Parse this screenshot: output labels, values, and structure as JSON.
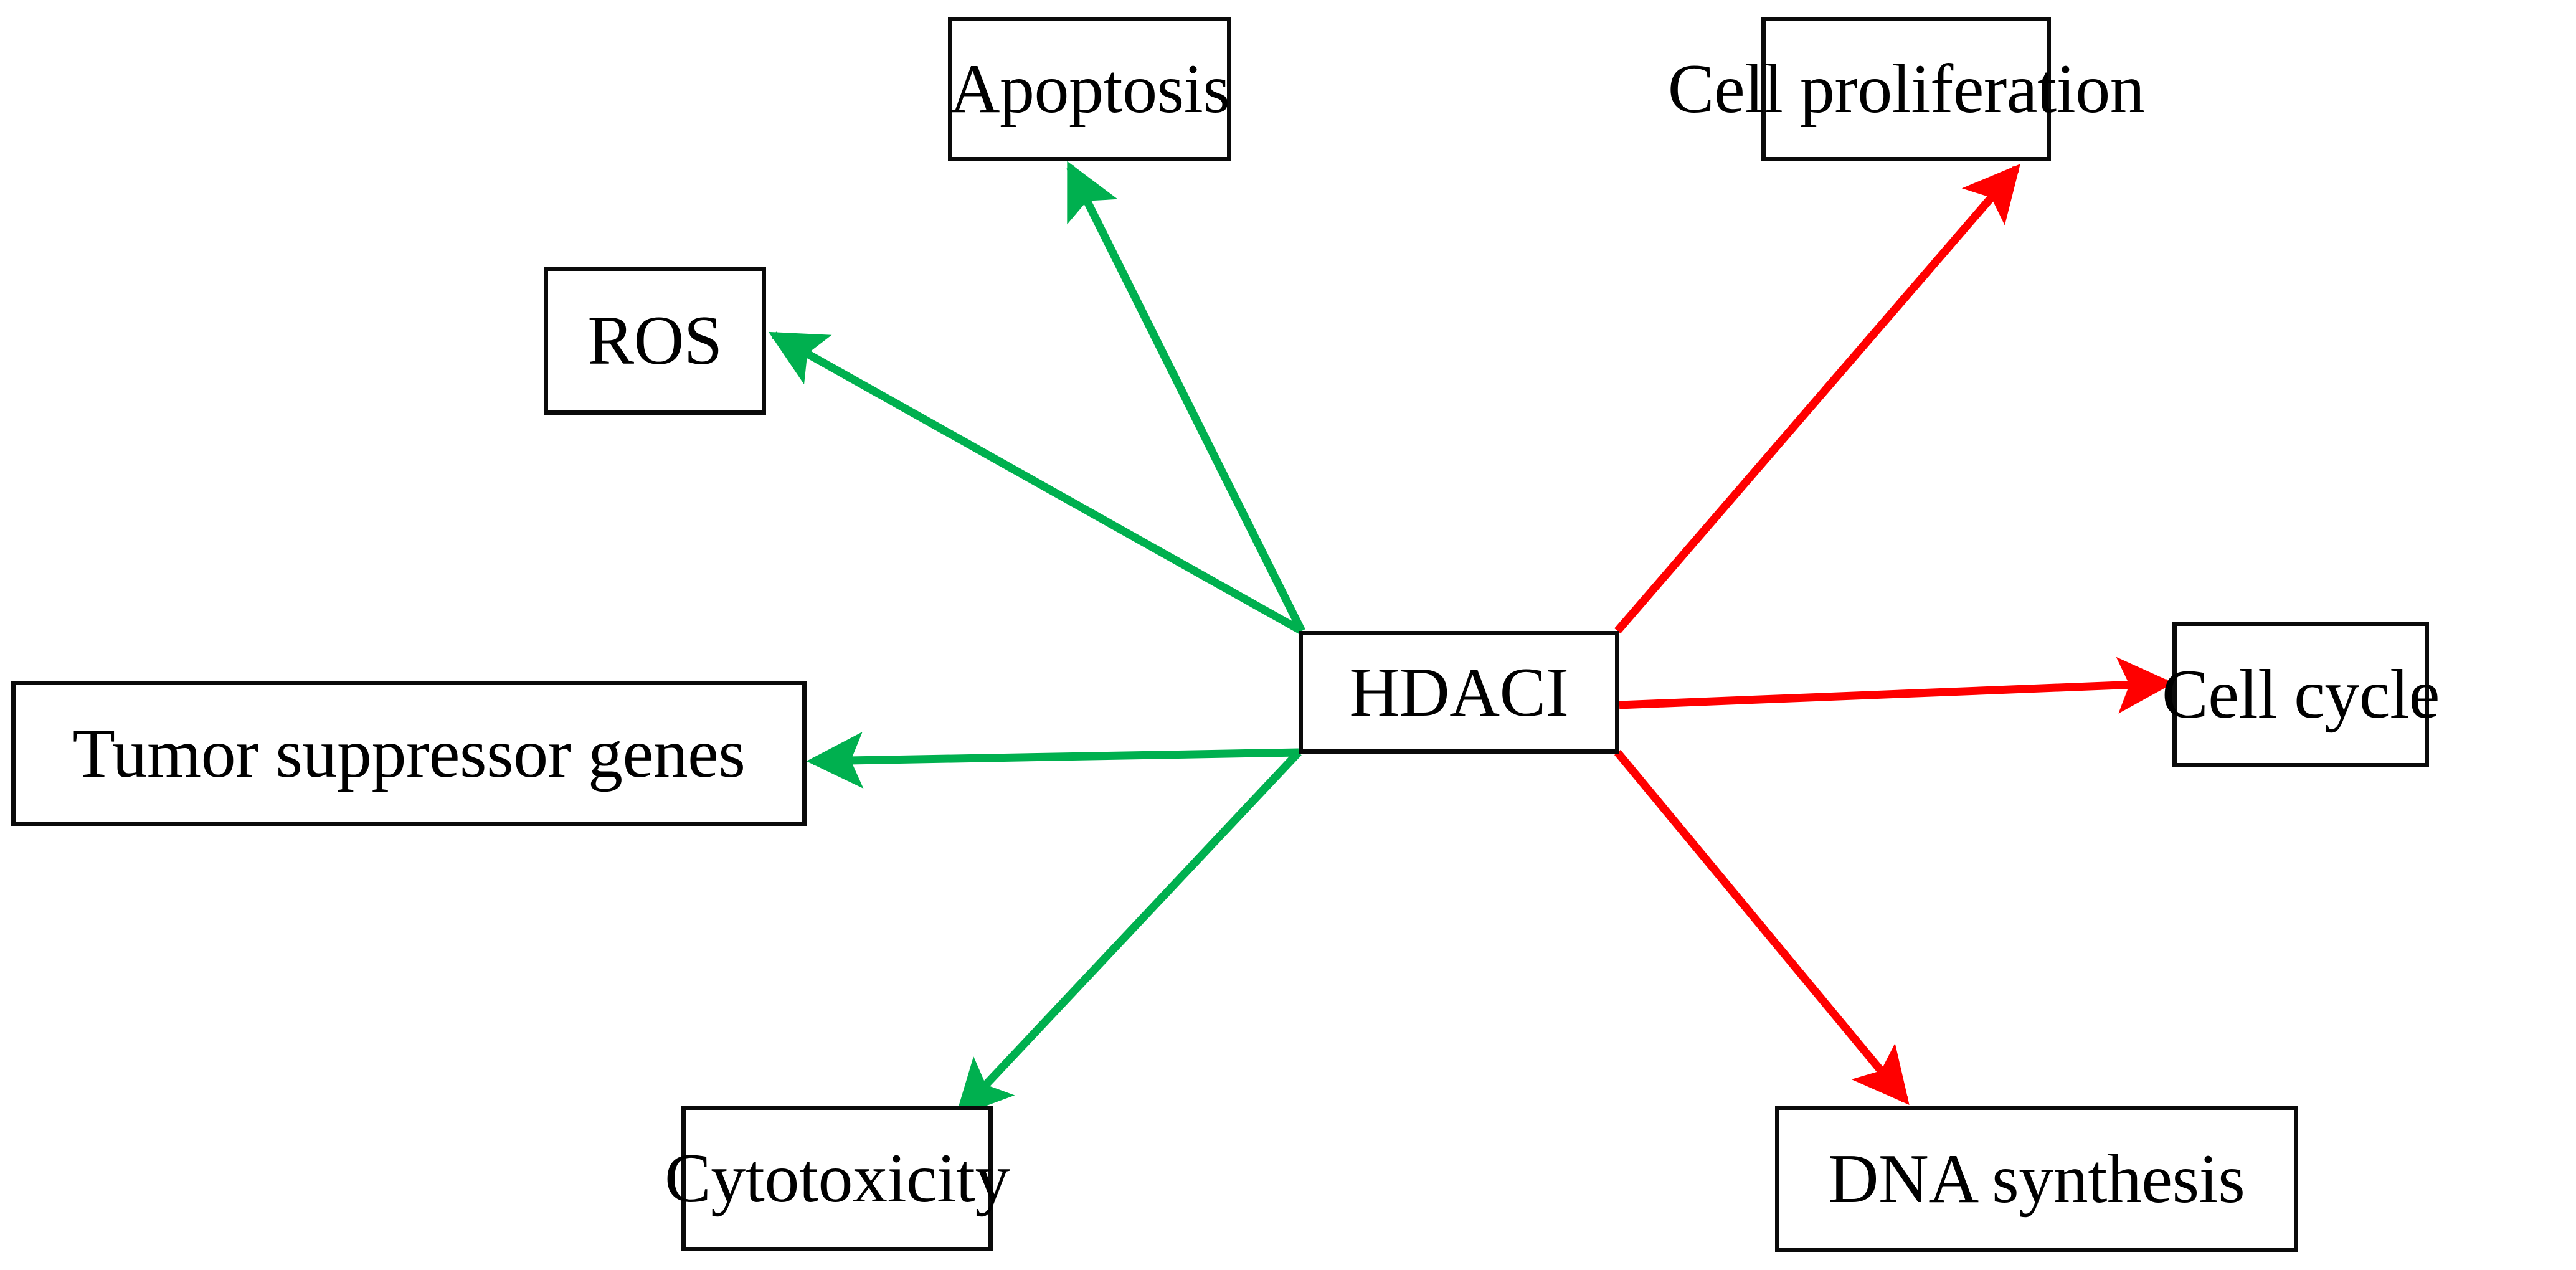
{
  "diagram": {
    "title": "HDACI pathway diagram",
    "background_color": "#ffffff",
    "node_border_color": "#0a0a0a",
    "activation_color": "#00b04f",
    "inhibition_color": "#ff0000"
  },
  "nodes": {
    "center": {
      "id": "hdaci",
      "label": "HDACI"
    },
    "apoptosis": {
      "id": "apoptosis",
      "label": "Apoptosis"
    },
    "cell_proliferation": {
      "id": "cell-proliferation",
      "label": "Cell proliferation"
    },
    "ros": {
      "id": "ros",
      "label": "ROS"
    },
    "tumor_suppressor_genes": {
      "id": "tumor-suppressor-genes",
      "label": "Tumor suppressor genes"
    },
    "cell_cycle": {
      "id": "cell-cycle",
      "label": "Cell cycle"
    },
    "cytotoxicity": {
      "id": "cytotoxicity",
      "label": "Cytotoxicity"
    },
    "dna_synthesis": {
      "id": "dna-synthesis",
      "label": "DNA synthesis"
    }
  },
  "edges": [
    {
      "id": "hdaci-to-apoptosis",
      "from": "HDACI",
      "to": "Apoptosis",
      "color": "#00b04f",
      "effect": "increase"
    },
    {
      "id": "hdaci-to-ros",
      "from": "HDACI",
      "to": "ROS",
      "color": "#00b04f",
      "effect": "increase"
    },
    {
      "id": "hdaci-to-tumor-suppressor-genes",
      "from": "HDACI",
      "to": "Tumor suppressor genes",
      "color": "#00b04f",
      "effect": "increase"
    },
    {
      "id": "hdaci-to-cytotoxicity",
      "from": "HDACI",
      "to": "Cytotoxicity",
      "color": "#00b04f",
      "effect": "increase"
    },
    {
      "id": "hdaci-to-cell-proliferation",
      "from": "HDACI",
      "to": "Cell proliferation",
      "color": "#ff0000",
      "effect": "decrease"
    },
    {
      "id": "hdaci-to-cell-cycle",
      "from": "HDACI",
      "to": "Cell cycle",
      "color": "#ff0000",
      "effect": "decrease"
    },
    {
      "id": "hdaci-to-dna-synthesis",
      "from": "HDACI",
      "to": "DNA synthesis",
      "color": "#ff0000",
      "effect": "decrease"
    }
  ]
}
